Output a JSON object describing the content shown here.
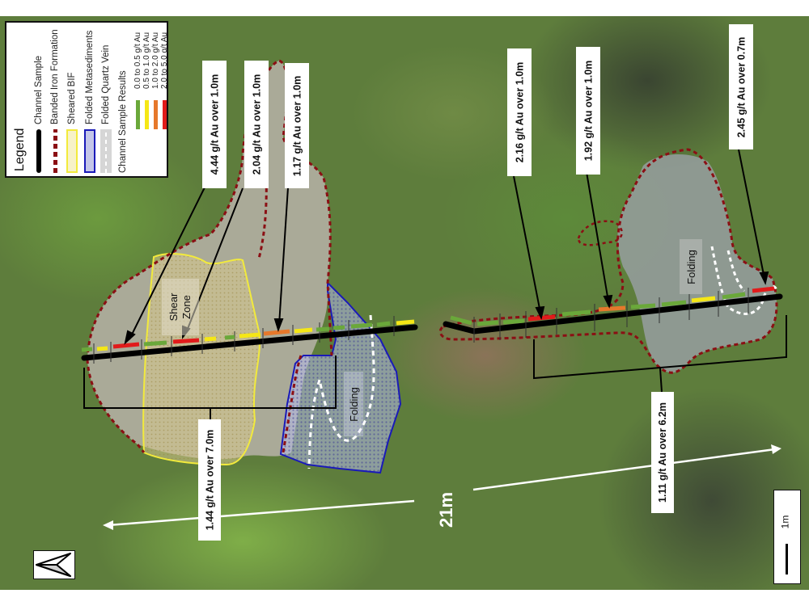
{
  "legend": {
    "title": "Legend",
    "items": [
      {
        "label": "Channel Sample",
        "symbol": "solid-black-line",
        "color": "#000000"
      },
      {
        "label": "Banded Iron Formation",
        "symbol": "dashed-dark-red-line",
        "color": "#8b0f14"
      },
      {
        "label": "Sheared BIF",
        "symbol": "yellow-outline-stipple",
        "color": "#f2ea3c"
      },
      {
        "label": "Folded Metasediments",
        "symbol": "blue-outline-stipple",
        "color": "#1a1ab8"
      },
      {
        "label": "Folded Quartz Vein",
        "symbol": "white-dashed-line",
        "color": "#ffffff"
      }
    ],
    "results_title": "Channel Sample Results",
    "results": [
      {
        "label": "0.0 to 0.5 g/t Au",
        "color": "#6aa83a"
      },
      {
        "label": "0.5 to 1.0 g/t Au",
        "color": "#f5e716"
      },
      {
        "label": "1.0 to 2.0 g/t Au",
        "color": "#e6782b"
      },
      {
        "label": "2.0 to 5.0 g/t Au",
        "color": "#e11b1b"
      }
    ]
  },
  "annotations": {
    "top": [
      {
        "text": "4.44 g/t Au over 1.0m"
      },
      {
        "text": "2.04 g/t Au over 1.0m"
      },
      {
        "text": "1.17 g/t Au over 1.0m"
      },
      {
        "text": "2.16 g/t Au over 1.0m"
      },
      {
        "text": "1.92 g/t Au over 1.0m"
      },
      {
        "text": "2.45 g/t Au over 0.7m"
      }
    ],
    "interval_left": {
      "text": "1.44 g/t Au over 7.0m"
    },
    "interval_right": {
      "text": "1.11 g/t Au over 6.2m"
    }
  },
  "features": {
    "shear_zone": "Shear Zone",
    "shear_zone_line1": "Shear",
    "shear_zone_line2": "Zone",
    "folding_left": "Folding",
    "folding_right": "Folding"
  },
  "measurement": {
    "distance": "21m"
  },
  "scale_bar": {
    "label": "1m"
  },
  "north_arrow": {
    "icon": "north-arrow-icon",
    "direction": "left"
  },
  "samples_left": [
    "#6aa83a",
    "#f5e716",
    "#e11b1b",
    "#6aa83a",
    "#e11b1b",
    "#f5e716",
    "#6aa83a",
    "#f5e716",
    "#e6782b",
    "#f5e716",
    "#6aa83a",
    "#6aa83a",
    "#6aa83a",
    "#6aa83a",
    "#f5e716"
  ],
  "samples_right": [
    "#6aa83a",
    "#6aa83a",
    "#6aa83a",
    "#e11b1b",
    "#6aa83a",
    "#e6782b",
    "#6aa83a",
    "#6aa83a",
    "#f5e716",
    "#6aa83a",
    "#e11b1b"
  ]
}
